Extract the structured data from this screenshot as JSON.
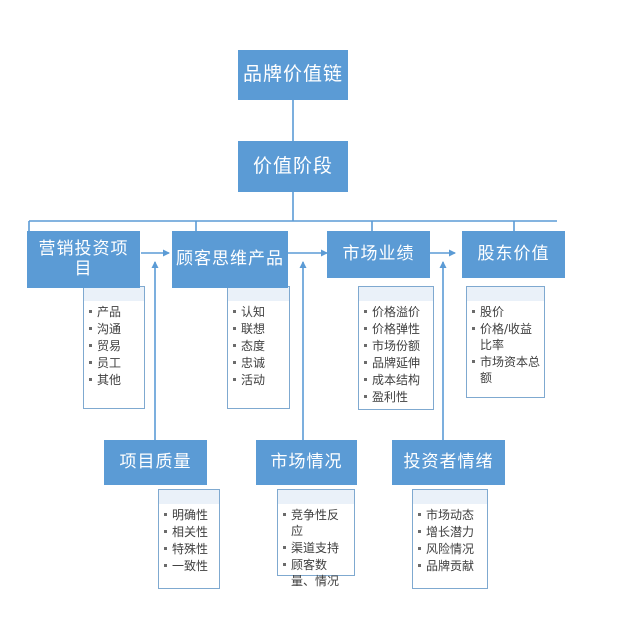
{
  "diagram": {
    "title": "品牌价值链",
    "colors": {
      "header_fill": "#5B9BD5",
      "header_text": "#FFFFFF",
      "list_border": "#7FA9D0",
      "list_band": "#EAF1F9",
      "connector": "#5B9BD5",
      "bullet": "#6B6B6B",
      "background": "#FFFFFF"
    },
    "root": {
      "label": "品牌价值链"
    },
    "stage": {
      "label": "价值阶段"
    },
    "stages": [
      {
        "label": "营销投资项目",
        "items": [
          "产品",
          "沟通",
          "贸易",
          "员工",
          "其他"
        ]
      },
      {
        "label": "顾客思维产品",
        "items": [
          "认知",
          "联想",
          "态度",
          "忠诚",
          "活动"
        ]
      },
      {
        "label": "市场业绩",
        "items": [
          "价格溢价",
          "价格弹性",
          "市场份额",
          "品牌延伸",
          "成本结构",
          "盈利性"
        ]
      },
      {
        "label": "股东价值",
        "items": [
          "股价",
          "价格/收益比率",
          "市场资本总额"
        ]
      }
    ],
    "multipliers": [
      {
        "label": "项目质量",
        "items": [
          "明确性",
          "相关性",
          "特殊性",
          "一致性"
        ]
      },
      {
        "label": "市场情况",
        "items": [
          "竞争性反应",
          "渠道支持",
          "顾客数量、情况"
        ]
      },
      {
        "label": "投资者情绪",
        "items": [
          "市场动态",
          "增长潜力",
          "风险情况",
          "品牌贡献"
        ]
      }
    ]
  }
}
